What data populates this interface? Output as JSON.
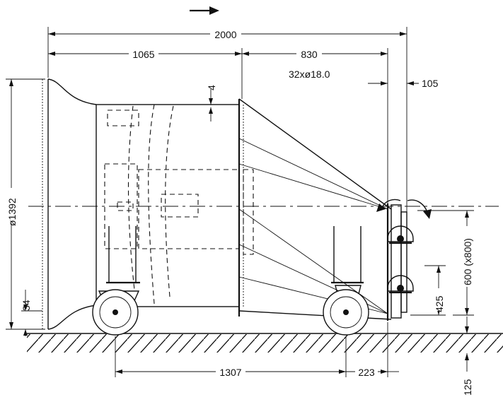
{
  "drawing": {
    "dimensions": {
      "overall_length": "2000",
      "inlet_length": "1065",
      "cone_length": "830",
      "bolt_holes": "32xø18.0",
      "flange_offset": "105",
      "wall_thickness": "4",
      "diameter": "ø1392",
      "ground_clearance": "34",
      "axle_height": "425",
      "top_height": "600 (x800)",
      "wheel_spacing": "1307",
      "rear_offset": "223",
      "ground_height": "125"
    }
  }
}
